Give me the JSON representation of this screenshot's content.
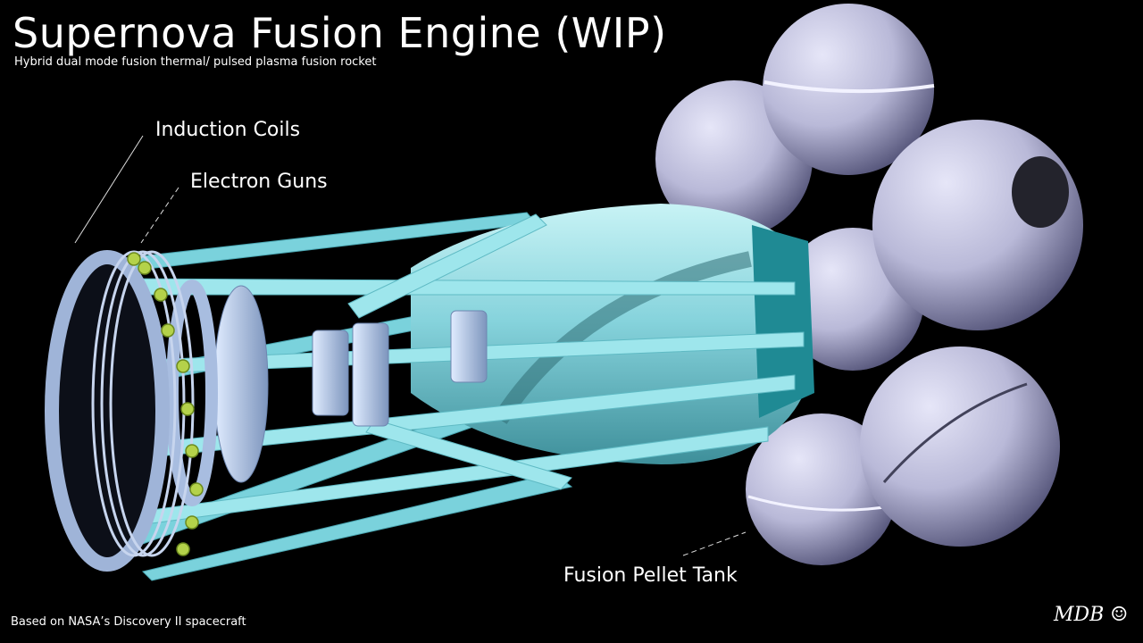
{
  "header": {
    "title": "Supernova Fusion Engine (WIP)",
    "subtitle": "Hybrid dual mode fusion thermal/ pulsed plasma fusion rocket"
  },
  "callouts": {
    "induction_coils": "Induction Coils",
    "electron_guns": "Electron Guns",
    "fusion_pellet_tank": "Fusion Pellet Tank"
  },
  "footer": {
    "credit": "Based on NASA’s Discovery II spacecraft",
    "signature": "MDB ☺"
  },
  "colors": {
    "background": "#000000",
    "sphere": "#c9c9e4",
    "frame": "#8fe0e6",
    "ring": "#a8bde0",
    "gun": "#b4d24a"
  }
}
